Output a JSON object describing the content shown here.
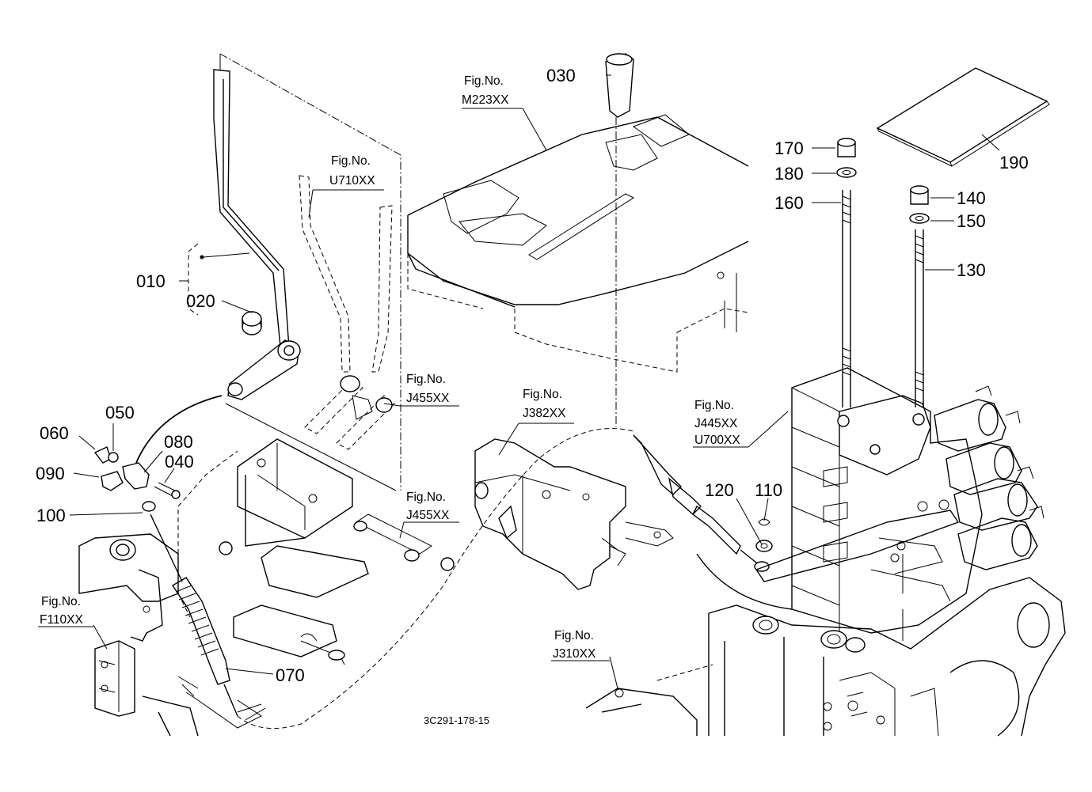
{
  "part_labels": {
    "p010": "010",
    "p020": "020",
    "p030": "030",
    "p040": "040",
    "p050": "050",
    "p060": "060",
    "p070": "070",
    "p080": "080",
    "p090": "090",
    "p100": "100",
    "p110": "110",
    "p120": "120",
    "p130": "130",
    "p140": "140",
    "p150": "150",
    "p160": "160",
    "p170": "170",
    "p180": "180",
    "p190": "190"
  },
  "fig_refs": {
    "fig_prefix": "Fig.No.",
    "m223": "M223XX",
    "u710": "U710XX",
    "j455a": "J455XX",
    "j455b": "J455XX",
    "j382": "J382XX",
    "j445": "J445XX",
    "u700": "U700XX",
    "f110": "F110XX",
    "j310": "J310XX"
  },
  "drawing_code": "3C291-178-15"
}
